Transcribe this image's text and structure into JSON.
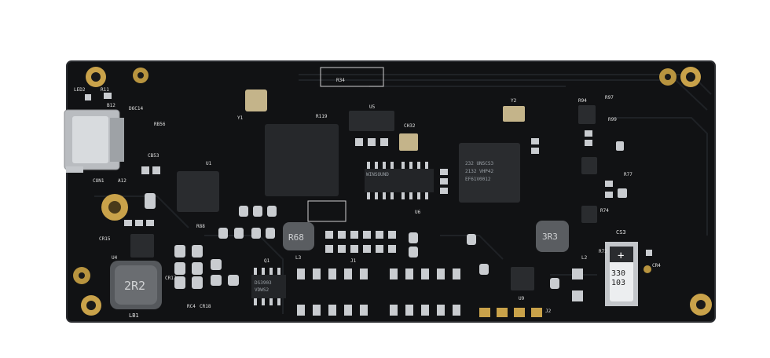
{
  "board": {
    "pcb_color": "#111214",
    "silk_color": "#d8d8d8",
    "pad_color": "#c9ccd0",
    "gold_color": "#c9a24a"
  },
  "labels": {
    "usb_conn": "CON1",
    "usb_b12": "B12",
    "usb_a12": "A12",
    "led_led2": "LED2",
    "r_r11": "R11",
    "lb1": "LB1",
    "inductor_2r2": "2R2",
    "inductor_r68": "R68",
    "inductor_3r3": "3R3",
    "cap_line1": "330",
    "cap_line2": "103",
    "cap_ref": "CS3",
    "cap_plus": "+",
    "ic_ds_line1": "DS3903",
    "ic_ds_line2": "VDWS2",
    "mcu_line1": "232 UNSCS3",
    "mcu_line2": "2132 VHP42",
    "mcu_line3": "EF61V0012",
    "main_line1": "WINSOUND",
    "u_label": "U1",
    "u5_label": "U5",
    "u6_label": "U6",
    "u4_label": "U4",
    "u9_label": "U9",
    "y1": "Y1",
    "y2": "Y2",
    "j1": "J1",
    "j2": "J2",
    "l3": "L3",
    "l2": "L2",
    "q1": "Q1",
    "cr4": "CR4",
    "r88": "R88",
    "r99": "R99",
    "r97": "R97",
    "r94": "R94",
    "r77": "R77",
    "r72": "R72",
    "r74": "R74",
    "r34": "R34",
    "d6c14": "D6C14",
    "rb56": "RB56",
    "cb53": "CB53",
    "ch32": "CH32",
    "r119": "R119",
    "cr15": "CR15",
    "cr17": "CR17",
    "cr18": "CR18",
    "rc4": "RC4"
  }
}
